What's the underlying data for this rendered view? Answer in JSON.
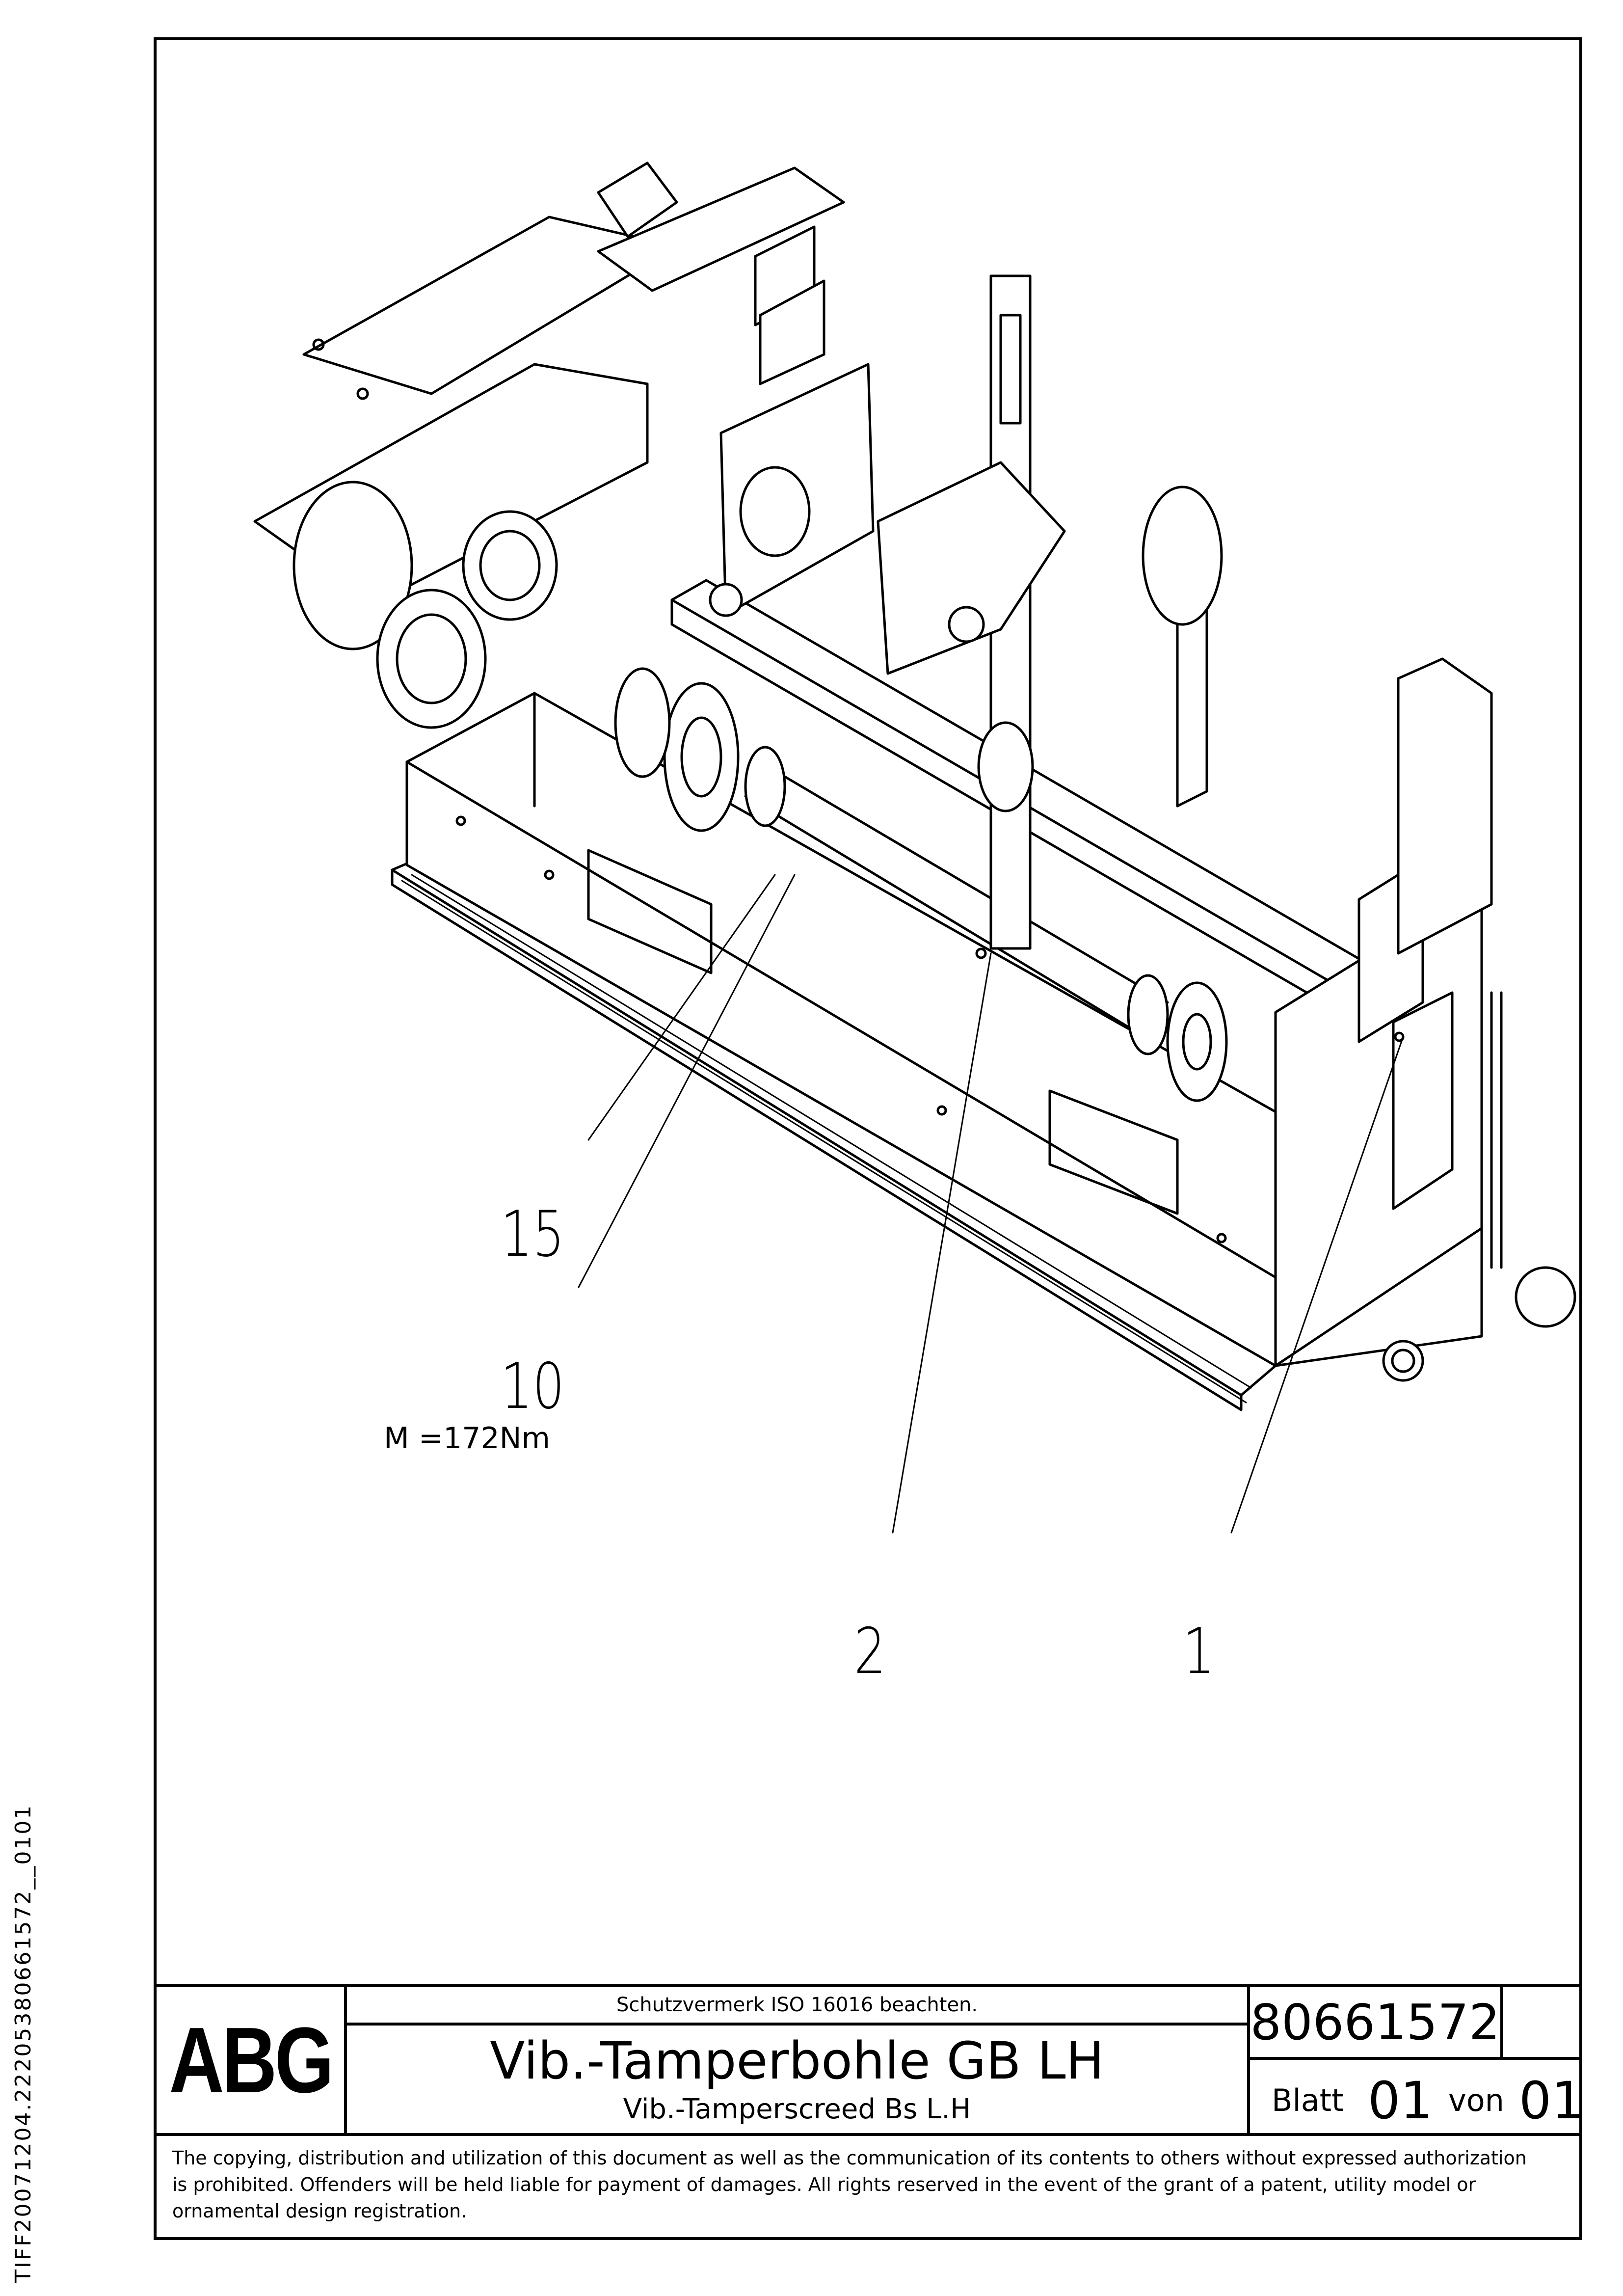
{
  "document": {
    "side_code": "TIFF20071204.22205380661572__0101"
  },
  "drawing": {
    "callouts": [
      {
        "id": "callout-15",
        "label": "15"
      },
      {
        "id": "callout-10",
        "label": "10"
      },
      {
        "id": "callout-2",
        "label": "2"
      },
      {
        "id": "callout-1",
        "label": "1"
      }
    ],
    "torque_note": "M =172Nm"
  },
  "title_block": {
    "logo_text": "ABG",
    "protection_notice": "Schutzvermerk ISO 16016 beachten.",
    "title": "Vib.-Tamperbohle GB LH",
    "subtitle": "Vib.-Tamperscreed Bs L.H",
    "drawing_number": "80661572",
    "sheet_label": "Blatt",
    "sheet_number": "01",
    "of_label": "von",
    "sheet_total": "01"
  },
  "disclaimer": {
    "line1": "The copying, distribution and utilization of this document as well as the communication of its contents to others without expressed authorization",
    "line2": "is prohibited. Offenders will be held liable for payment of damages. All rights reserved in the event of the grant of a patent, utility model or",
    "line3": "ornamental design registration."
  }
}
